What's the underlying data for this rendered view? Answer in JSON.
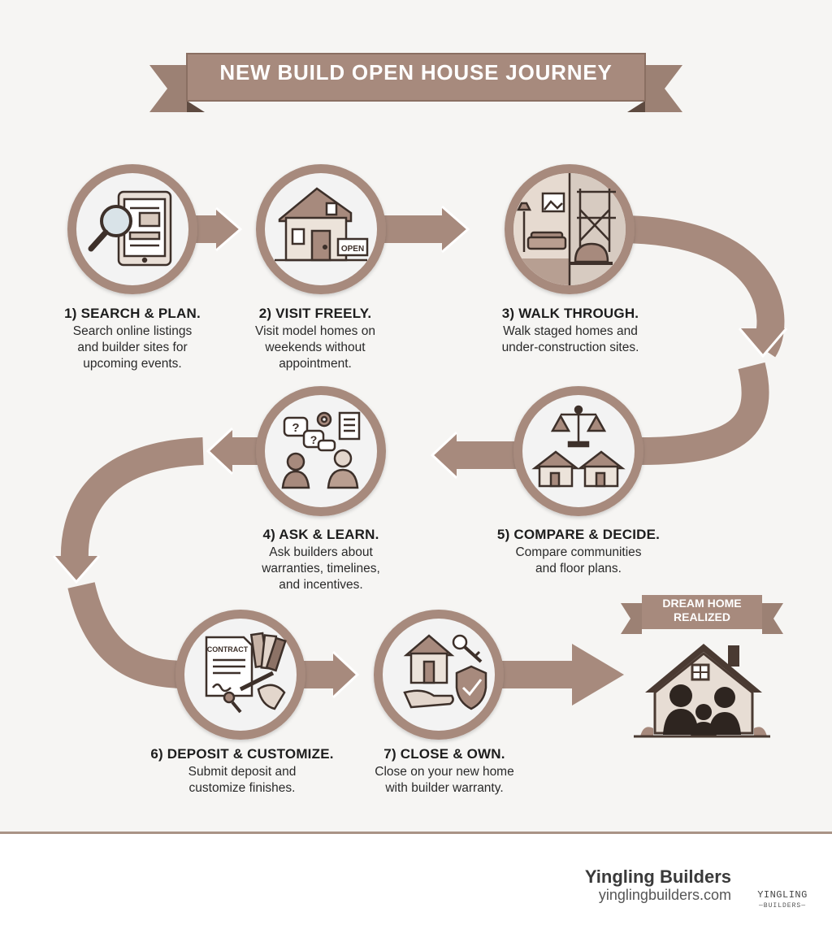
{
  "title": "NEW BUILD OPEN HOUSE JOURNEY",
  "colors": {
    "accent": "#a78a7d",
    "dark_brown": "#4a3a32",
    "circle_fill": "#f3f3f3",
    "background": "#f6f5f3"
  },
  "steps": [
    {
      "title": "1) SEARCH & PLAN.",
      "description_lines": [
        "Search online listings",
        "and builder sites for",
        "upcoming events."
      ],
      "icon": "tablet-magnifier-icon"
    },
    {
      "title": "2) VISIT FREELY.",
      "description_lines": [
        "Visit model homes on",
        "weekends without",
        "appointment."
      ],
      "icon": "house-open-sign-icon"
    },
    {
      "title": "3) WALK THROUGH.",
      "description_lines": [
        "Walk staged homes and",
        "under-construction sites."
      ],
      "icon": "staged-and-construction-icon"
    },
    {
      "title": "4) ASK & LEARN.",
      "description_lines": [
        "Ask builders about",
        "warranties, timelines,",
        "and incentives."
      ],
      "icon": "people-questions-icon"
    },
    {
      "title": "5) COMPARE & DECIDE.",
      "description_lines": [
        "Compare communities",
        "and floor plans."
      ],
      "icon": "scale-houses-icon"
    },
    {
      "title": "6) DEPOSIT & CUSTOMIZE.",
      "description_lines": [
        "Submit deposit and",
        "customize finishes."
      ],
      "icon": "contract-swatches-icon"
    },
    {
      "title": "7) CLOSE & OWN.",
      "description_lines": [
        "Close on your new home",
        "with builder warranty."
      ],
      "icon": "house-key-shield-icon"
    }
  ],
  "final": {
    "line1": "DREAM HOME",
    "line2": "REALIZED",
    "icon": "family-house-icon"
  },
  "footer": {
    "brand": "Yingling Builders",
    "url": "yinglingbuilders.com",
    "logo_line1": "YINGLING",
    "logo_line2": "—BUILDERS—"
  }
}
